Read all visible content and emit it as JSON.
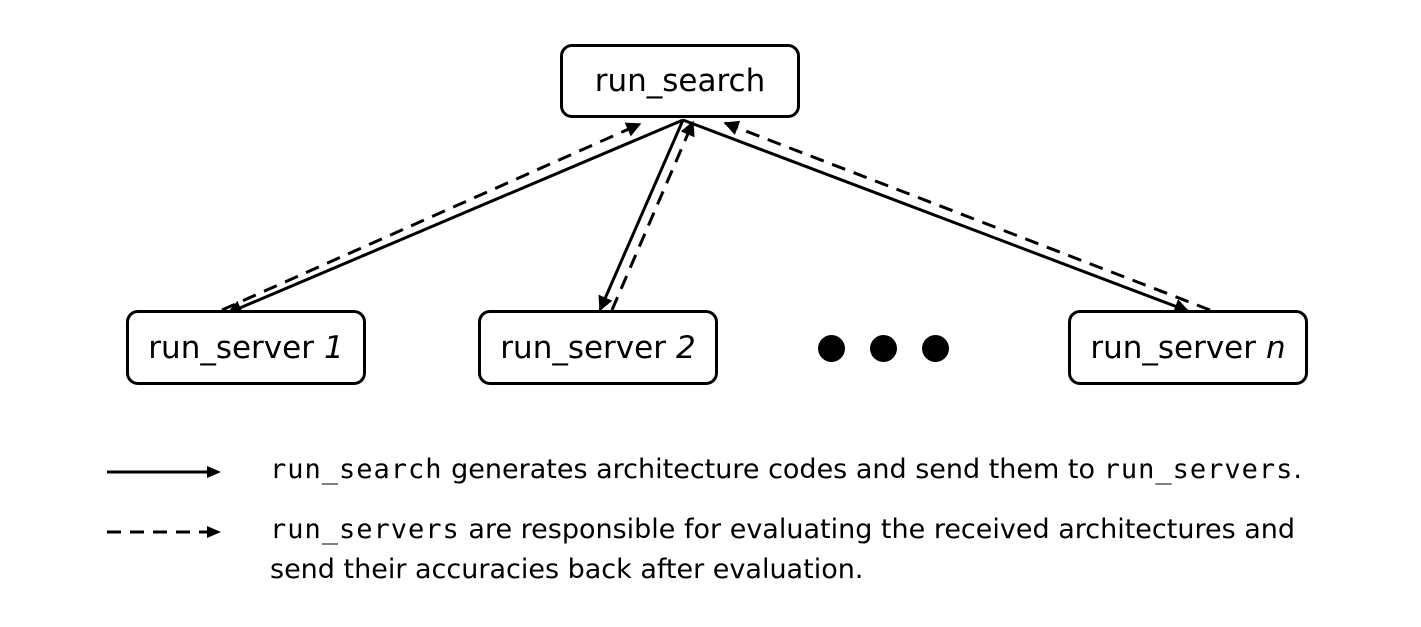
{
  "diagram": {
    "root": {
      "label": "run_search"
    },
    "servers": [
      {
        "label": "run_server",
        "index": "1"
      },
      {
        "label": "run_server",
        "index": "2"
      },
      {
        "label": "run_server",
        "index": "n"
      }
    ]
  },
  "legend": {
    "solid": {
      "term1": "run_search",
      "text1": " generates architecture codes and send them to ",
      "term2": "run_servers",
      "text2": "."
    },
    "dashed": {
      "term1": "run_servers",
      "text1": " are responsible for evaluating the received architectures and",
      "line2": " send their accuracies back after evaluation."
    }
  }
}
